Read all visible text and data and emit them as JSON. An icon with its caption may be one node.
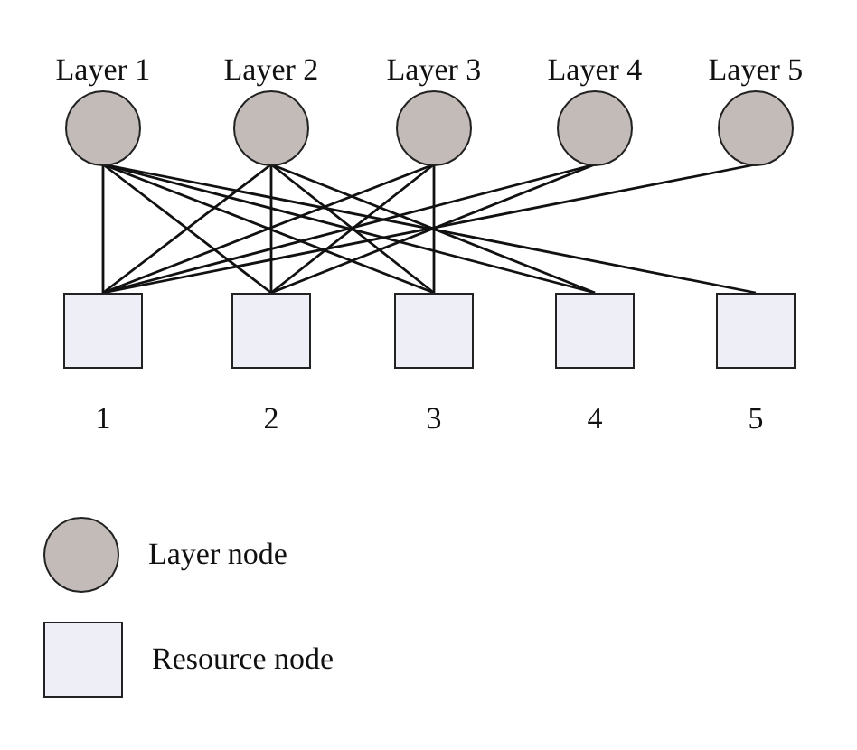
{
  "diagram": {
    "nodes": [
      {
        "text": [
          "Layer 1"
        ]
      },
      {
        "text": [
          "Layer 2"
        ]
      },
      {
        "text": [
          "Layer 3"
        ]
      },
      {
        "text": [
          "Layer 4"
        ]
      },
      {
        "text": [
          "Layer 5"
        ]
      },
      {
        "text": [
          "1"
        ]
      },
      {
        "text": [
          "2"
        ]
      },
      {
        "text": [
          "3"
        ]
      },
      {
        "text": [
          "4"
        ]
      },
      {
        "text": [
          "5"
        ]
      }
    ],
    "edges": [
      {
        "from": 0,
        "to": 5,
        "arrow": "none"
      },
      {
        "from": 0,
        "to": 6,
        "arrow": "none"
      },
      {
        "from": 0,
        "to": 7,
        "arrow": "none"
      },
      {
        "from": 0,
        "to": 8,
        "arrow": "none"
      },
      {
        "from": 0,
        "to": 9,
        "arrow": "none"
      },
      {
        "from": 1,
        "to": 5,
        "arrow": "none"
      },
      {
        "from": 1,
        "to": 6,
        "arrow": "none"
      },
      {
        "from": 1,
        "to": 7,
        "arrow": "none"
      },
      {
        "from": 1,
        "to": 8,
        "arrow": "none"
      },
      {
        "from": 2,
        "to": 5,
        "arrow": "none"
      },
      {
        "from": 2,
        "to": 6,
        "arrow": "none"
      },
      {
        "from": 2,
        "to": 7,
        "arrow": "none"
      },
      {
        "from": 3,
        "to": 5,
        "arrow": "none"
      },
      {
        "from": 3,
        "to": 6,
        "arrow": "none"
      },
      {
        "from": 4,
        "to": 5,
        "arrow": "none"
      }
    ],
    "legend": [
      {
        "text": "Layer node"
      },
      {
        "text": "Resource node"
      }
    ]
  }
}
